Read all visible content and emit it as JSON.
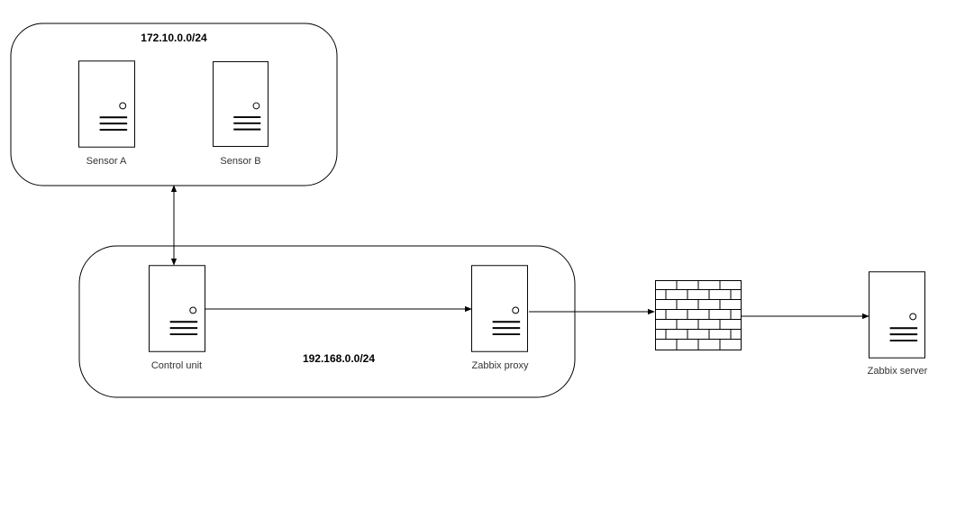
{
  "networks": {
    "sensor_net": {
      "label": "172.10.0.0/24"
    },
    "local_net": {
      "label": "192.168.0.0/24"
    }
  },
  "nodes": {
    "sensor_a": {
      "label": "Sensor A",
      "icon": "server-icon"
    },
    "sensor_b": {
      "label": "Sensor B",
      "icon": "server-icon"
    },
    "control_unit": {
      "label": "Control unit",
      "icon": "server-icon"
    },
    "zabbix_proxy": {
      "label": "Zabbix proxy",
      "icon": "server-icon"
    },
    "firewall": {
      "icon": "firewall-brick-icon"
    },
    "zabbix_server": {
      "label": "Zabbix server",
      "icon": "server-icon"
    }
  },
  "connections": [
    {
      "from": "sensor_net",
      "to": "control_unit",
      "direction": "bidirectional"
    },
    {
      "from": "control_unit",
      "to": "zabbix_proxy",
      "direction": "forward"
    },
    {
      "from": "zabbix_proxy",
      "to": "firewall",
      "direction": "forward"
    },
    {
      "from": "firewall",
      "to": "zabbix_server",
      "direction": "forward"
    }
  ]
}
